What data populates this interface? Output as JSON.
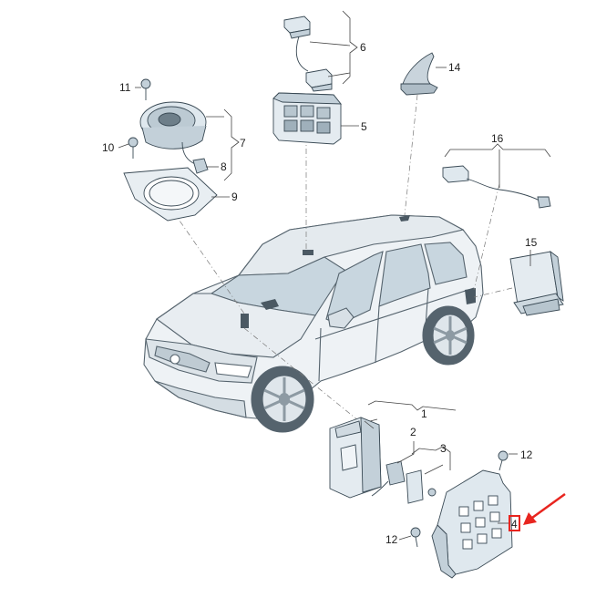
{
  "diagram": {
    "callouts": {
      "p1": "1",
      "p2": "2",
      "p3": "3",
      "p4": "4",
      "p5": "5",
      "p6": "6",
      "p7": "7",
      "p8": "8",
      "p9": "9",
      "p10": "10",
      "p11": "11",
      "p12a": "12",
      "p12b": "12",
      "p14": "14",
      "p15": "15",
      "p16": "16"
    },
    "highlight": {
      "callout": "4",
      "color": "#e8251f"
    },
    "colors": {
      "part_fill": "#dfe8ee",
      "part_shade": "#c3d0d9",
      "outline": "#3a4a55",
      "glass": "#c8d6df"
    }
  }
}
